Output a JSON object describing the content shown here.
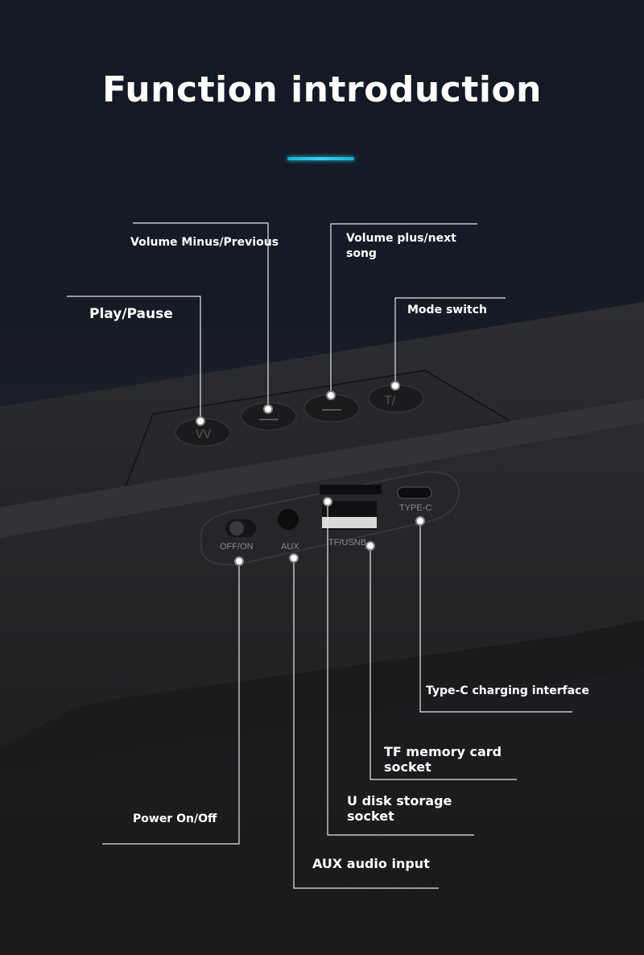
{
  "title": "Function introduction",
  "colors": {
    "accent": "#2ac4ea",
    "line": "#e6e6e6"
  },
  "callouts": {
    "volume_minus": "Volume Minus/Previous",
    "volume_plus": "Volume plus/next song",
    "play_pause": "Play/Pause",
    "mode_switch": "Mode switch",
    "type_c": "Type-C charging interface",
    "tf_card": "TF memory card socket",
    "u_disk": "U disk storage socket",
    "power": "Power On/Off",
    "aux": "AUX audio input"
  },
  "device_labels": {
    "power_switch": "OFF/ON",
    "aux": "AUX",
    "tf_usb": "TF/USNB",
    "type_c": "TYPE-C"
  }
}
